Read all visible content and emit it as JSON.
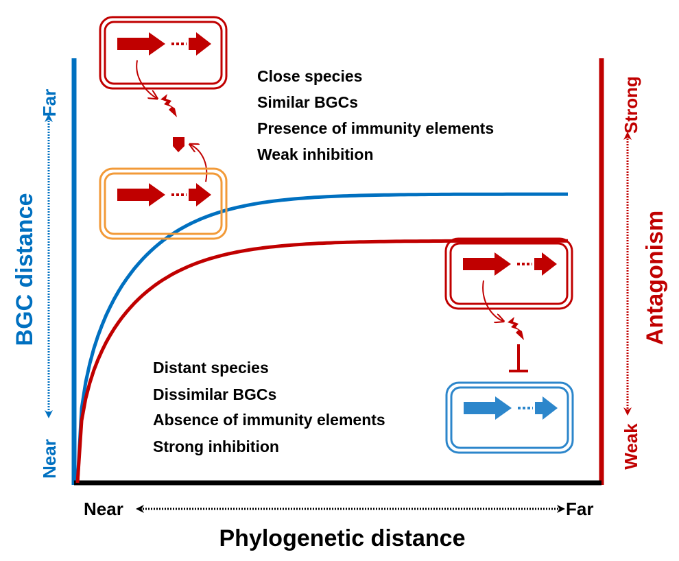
{
  "colors": {
    "blue": "#0070C0",
    "blue_light": "#2C86CB",
    "red": "#C00000",
    "orange": "#F29A38",
    "black": "#000000"
  },
  "left_axis": {
    "title": "BGC distance",
    "low_label": "Near",
    "high_label": "Far"
  },
  "right_axis": {
    "title": "Antagonism",
    "low_label": "Weak",
    "high_label": "Strong"
  },
  "bottom_axis": {
    "title": "Phylogenetic distance",
    "low_label": "Near",
    "high_label": "Far"
  },
  "upper_notes": [
    "Close species",
    "Similar BGCs",
    "Presence of immunity elements",
    "Weak inhibition"
  ],
  "lower_notes": [
    "Distant species",
    "Dissimilar BGCs",
    "Absence of immunity elements",
    "Strong inhibition"
  ],
  "curves": [
    {
      "name": "BGC distance",
      "color": "blue",
      "shape": "saturating",
      "start": 0.0,
      "plateau": 0.68
    },
    {
      "name": "Antagonism",
      "color": "red",
      "shape": "saturating",
      "start": 0.0,
      "plateau": 0.57
    }
  ],
  "scenarios": {
    "close": {
      "producer_cell": "red",
      "target_cell": "orange",
      "target_has_immunity": true,
      "outcome": "weak inhibition"
    },
    "distant": {
      "producer_cell": "red",
      "target_cell": "blue",
      "target_has_immunity": false,
      "outcome": "strong inhibition"
    }
  }
}
